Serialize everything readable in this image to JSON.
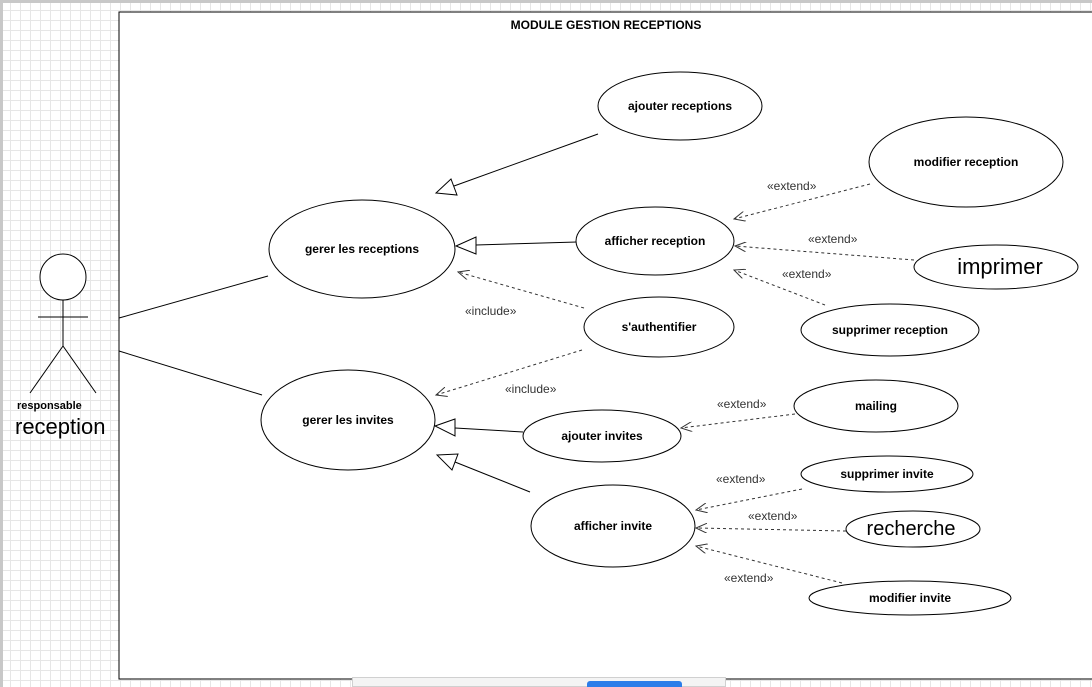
{
  "diagram": {
    "title": "MODULE GESTION RECEPTIONS",
    "actor": {
      "role": "responsable",
      "name": "reception"
    },
    "use_cases": {
      "gerer_receptions": "gerer les receptions",
      "gerer_invites": "gerer les invites",
      "ajouter_receptions": "ajouter receptions",
      "afficher_reception": "afficher reception",
      "sauthentifier": "s'authentifier",
      "modifier_reception": "modifier reception",
      "imprimer": "imprimer",
      "supprimer_reception": "supprimer reception",
      "ajouter_invites": "ajouter invites",
      "mailing": "mailing",
      "afficher_invite": "afficher invite",
      "supprimer_invite": "supprimer invite",
      "recherche": "recherche",
      "modifier_invite": "modifier invite"
    },
    "stereotypes": {
      "include_1": "«include»",
      "include_2": "«include»",
      "extend_modifier_reception": "«extend»",
      "extend_imprimer": "«extend»",
      "extend_supprimer_reception": "«extend»",
      "extend_mailing": "«extend»",
      "extend_supprimer_invite": "«extend»",
      "extend_recherche": "«extend»",
      "extend_modifier_invite": "«extend»"
    }
  }
}
